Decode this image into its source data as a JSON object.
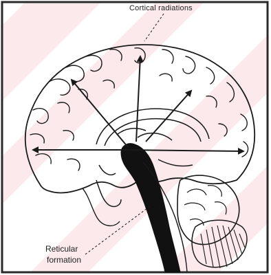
{
  "labels": {
    "cortical": "Cortical radiations",
    "reticular_line1": "Reticular",
    "reticular_line2": "formation"
  },
  "colors": {
    "background": "#ffffff",
    "watermark": "#f8e3e6",
    "ink": "#1a1a1a",
    "formation_fill": "#111111",
    "frame": "#2a2a2a"
  }
}
